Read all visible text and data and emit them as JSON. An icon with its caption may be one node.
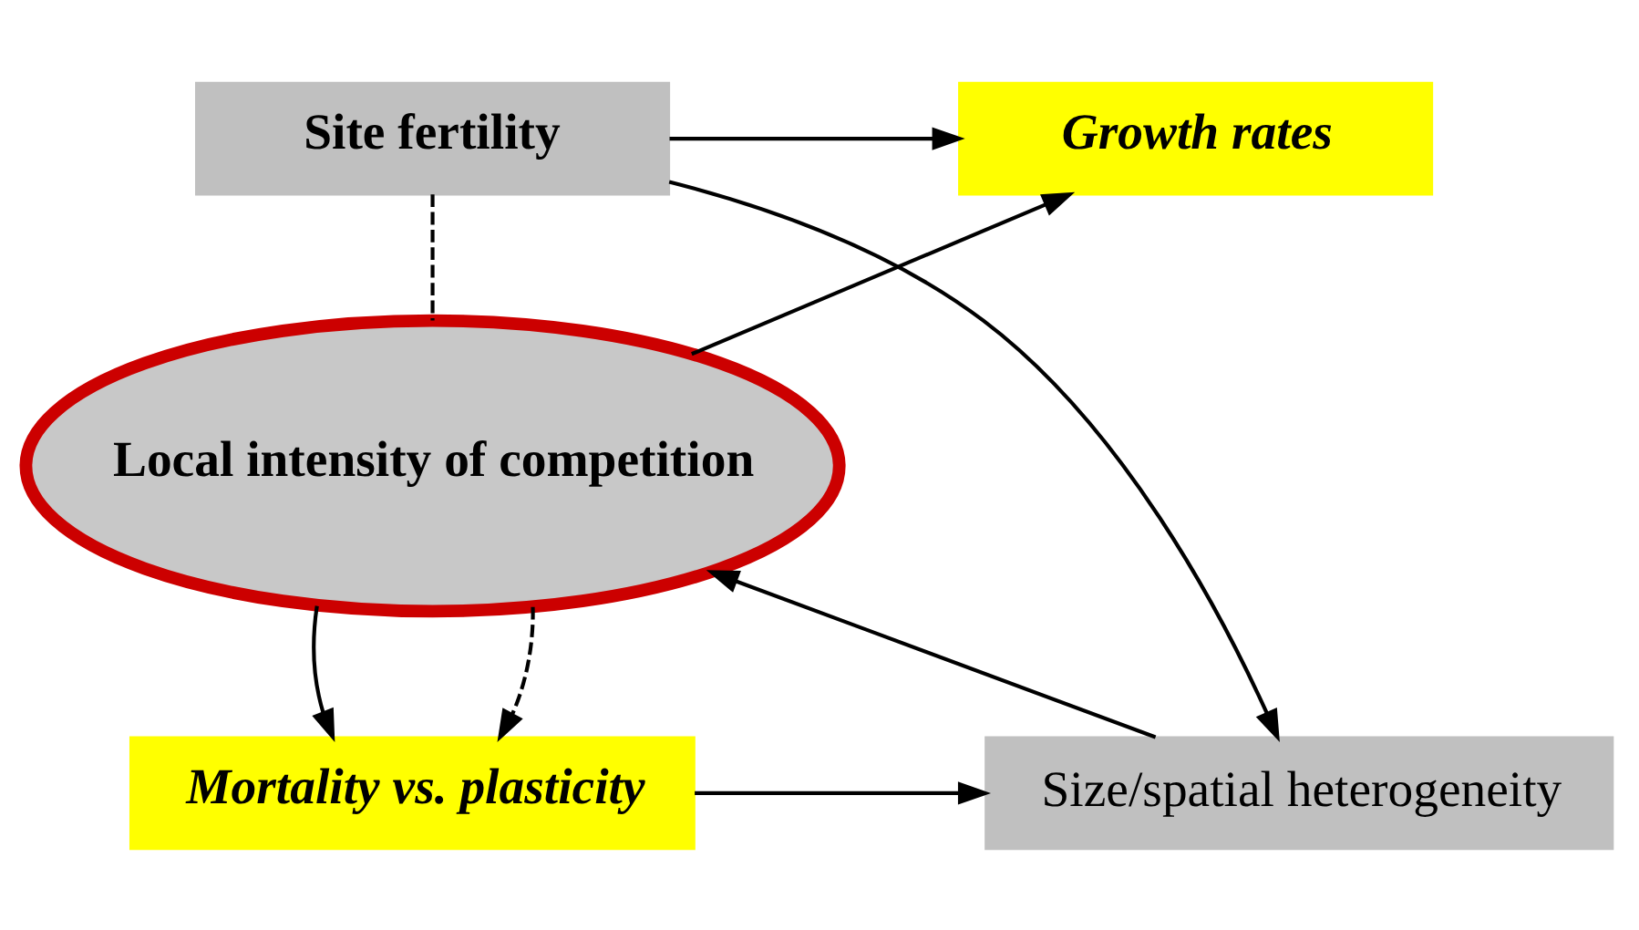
{
  "diagram": {
    "nodes": [
      {
        "text": [
          "Site fertility"
        ]
      },
      {
        "text": [
          "Growth rates"
        ]
      },
      {
        "text": [
          "Local intensity of competition"
        ]
      },
      {
        "text": [
          "Size/spatial heterogeneity"
        ]
      },
      {
        "text": [
          "Mortality vs. plasticity"
        ]
      }
    ],
    "edges": [
      {
        "from": 0,
        "to": 1,
        "arrow": "to"
      },
      {
        "from": 0,
        "to": 2,
        "arrow": "none",
        "style": "dashed"
      },
      {
        "from": 0,
        "to": 3,
        "arrow": "to"
      },
      {
        "from": 3,
        "to": 2,
        "arrow": "to"
      },
      {
        "from": 2,
        "to": 1,
        "arrow": "to"
      },
      {
        "from": 2,
        "to": 4,
        "arrow": "to"
      },
      {
        "from": 2,
        "to": 4,
        "arrow": "to",
        "style": "dashed"
      },
      {
        "from": 4,
        "to": 3,
        "arrow": "to"
      }
    ]
  }
}
